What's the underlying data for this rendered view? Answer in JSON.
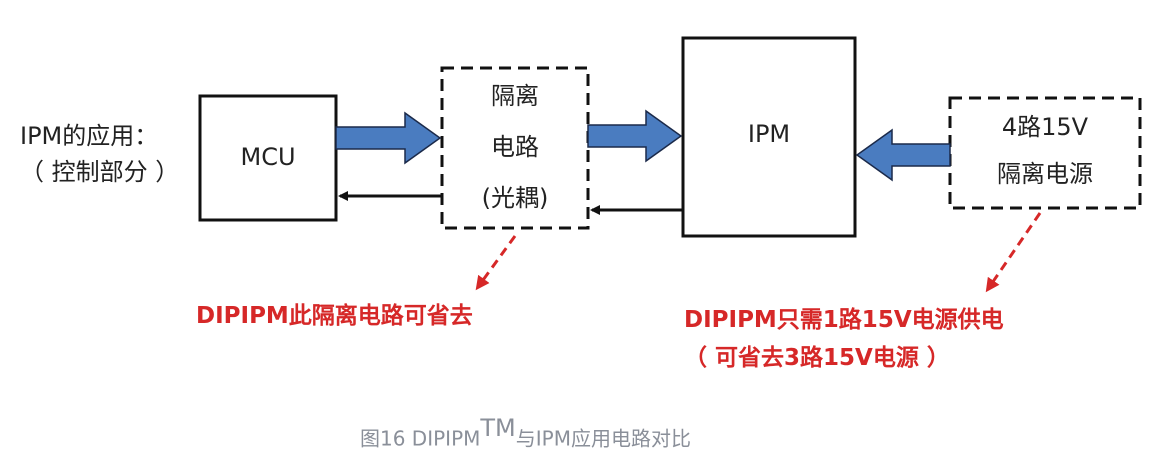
{
  "left_label": {
    "line1": "IPM的应用：",
    "line2": "（ 控制部分 ）"
  },
  "blocks": {
    "mcu": "MCU",
    "isolation": {
      "line1": "隔离",
      "line2": "电路",
      "line3": "(光耦)"
    },
    "ipm": "IPM",
    "power": {
      "line1": "4路15V",
      "line2": "隔离电源"
    }
  },
  "notes": {
    "left": "DIPIPM此隔离电路可省去",
    "right_line1": "DIPIPM只需1路15V电源供电",
    "right_line2": "（ 可省去3路15V电源 ）"
  },
  "caption": {
    "prefix": "图16    DIPIPM",
    "tm": "TM",
    "suffix": "与IPM应用电路对比"
  },
  "colors": {
    "arrow_blue": "#4a7cc0",
    "arrow_edge": "#1b2a4a",
    "note_red": "#d62828"
  }
}
